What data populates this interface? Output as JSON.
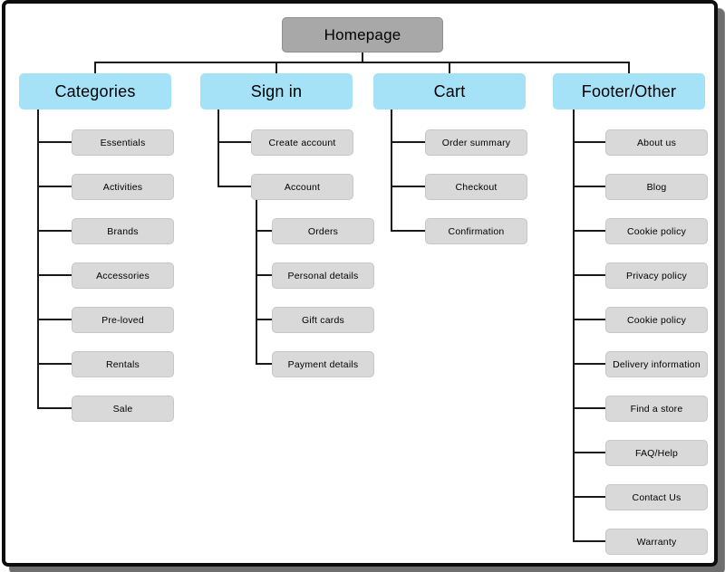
{
  "diagram": {
    "type": "sitemap-tree",
    "root": {
      "label": "Homepage"
    },
    "branches": [
      {
        "label": "Categories",
        "children": [
          {
            "label": "Essentials"
          },
          {
            "label": "Activities"
          },
          {
            "label": "Brands"
          },
          {
            "label": "Accessories"
          },
          {
            "label": "Pre-loved"
          },
          {
            "label": "Rentals"
          },
          {
            "label": "Sale"
          }
        ]
      },
      {
        "label": "Sign in",
        "children": [
          {
            "label": "Create account"
          },
          {
            "label": "Account",
            "children": [
              {
                "label": "Orders"
              },
              {
                "label": "Personal details"
              },
              {
                "label": "Gift cards"
              },
              {
                "label": "Payment details"
              }
            ]
          }
        ]
      },
      {
        "label": "Cart",
        "children": [
          {
            "label": "Order summary"
          },
          {
            "label": "Checkout"
          },
          {
            "label": "Confirmation"
          }
        ]
      },
      {
        "label": "Footer/Other",
        "children": [
          {
            "label": "About us"
          },
          {
            "label": "Blog"
          },
          {
            "label": "Cookie policy"
          },
          {
            "label": "Privacy policy"
          },
          {
            "label": "Cookie policy"
          },
          {
            "label": "Delivery information"
          },
          {
            "label": "Find a store"
          },
          {
            "label": "FAQ/Help"
          },
          {
            "label": "Contact Us"
          },
          {
            "label": "Warranty"
          }
        ]
      }
    ],
    "colors": {
      "root_fill": "#a8a8a8",
      "root_border": "#8f8f8f",
      "branch_fill": "#a5e2f8",
      "item_fill": "#d9d9d9",
      "item_border": "#c6c6c6",
      "line": "#1a1a1a",
      "text": "#000000",
      "frame_border": "#0d0d0d",
      "frame_shadow": "#6e6e6e",
      "background": "#ffffff"
    }
  }
}
